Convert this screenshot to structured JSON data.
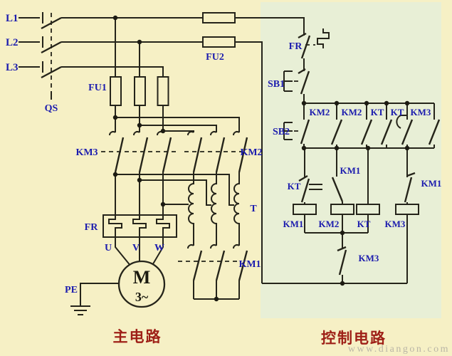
{
  "captions": {
    "main": "主电路",
    "control": "控制电路"
  },
  "watermark": "www.diangon.com",
  "colors": {
    "background": "#f6f0c5",
    "control_panel": "#e8efd6",
    "wire": "#25241a",
    "label": "#1c1cae",
    "caption": "#9e2017",
    "watermark": "#b9b5a6"
  },
  "main_circuit": {
    "phases": {
      "l1": "L1",
      "l2": "L2",
      "l3": "L3"
    },
    "switch_qs": "QS",
    "fuse_fu1": "FU1",
    "fuse_fu2": "FU2",
    "contactor_km3_bank": "KM3",
    "contactor_km2_bank": "KM2",
    "contactor_km1_bank": "KM1",
    "thermal_relay_fr": "FR",
    "autotransformer_t": "T",
    "motor_terminals": {
      "u": "U",
      "v": "V",
      "w": "W"
    },
    "motor": {
      "letter": "M",
      "phase": "3~"
    },
    "protective_earth": "PE"
  },
  "control_circuit": {
    "thermal_contact_fr": "FR",
    "stop_button_sb1": "SB1",
    "start_button_sb2": "SB2",
    "top_row_contacts": {
      "km2_a": "KM2",
      "km2_b": "KM2",
      "kt_a": "KT",
      "kt_b": "KT",
      "km3": "KM3"
    },
    "branch_contacts": {
      "kt_nc_delayed": "KT",
      "km1_no": "KM1",
      "km1_nc": "KM1",
      "km3_nc": "KM3"
    },
    "coils": {
      "km1": "KM1",
      "km2": "KM2",
      "kt": "KT",
      "km3": "KM3"
    }
  }
}
